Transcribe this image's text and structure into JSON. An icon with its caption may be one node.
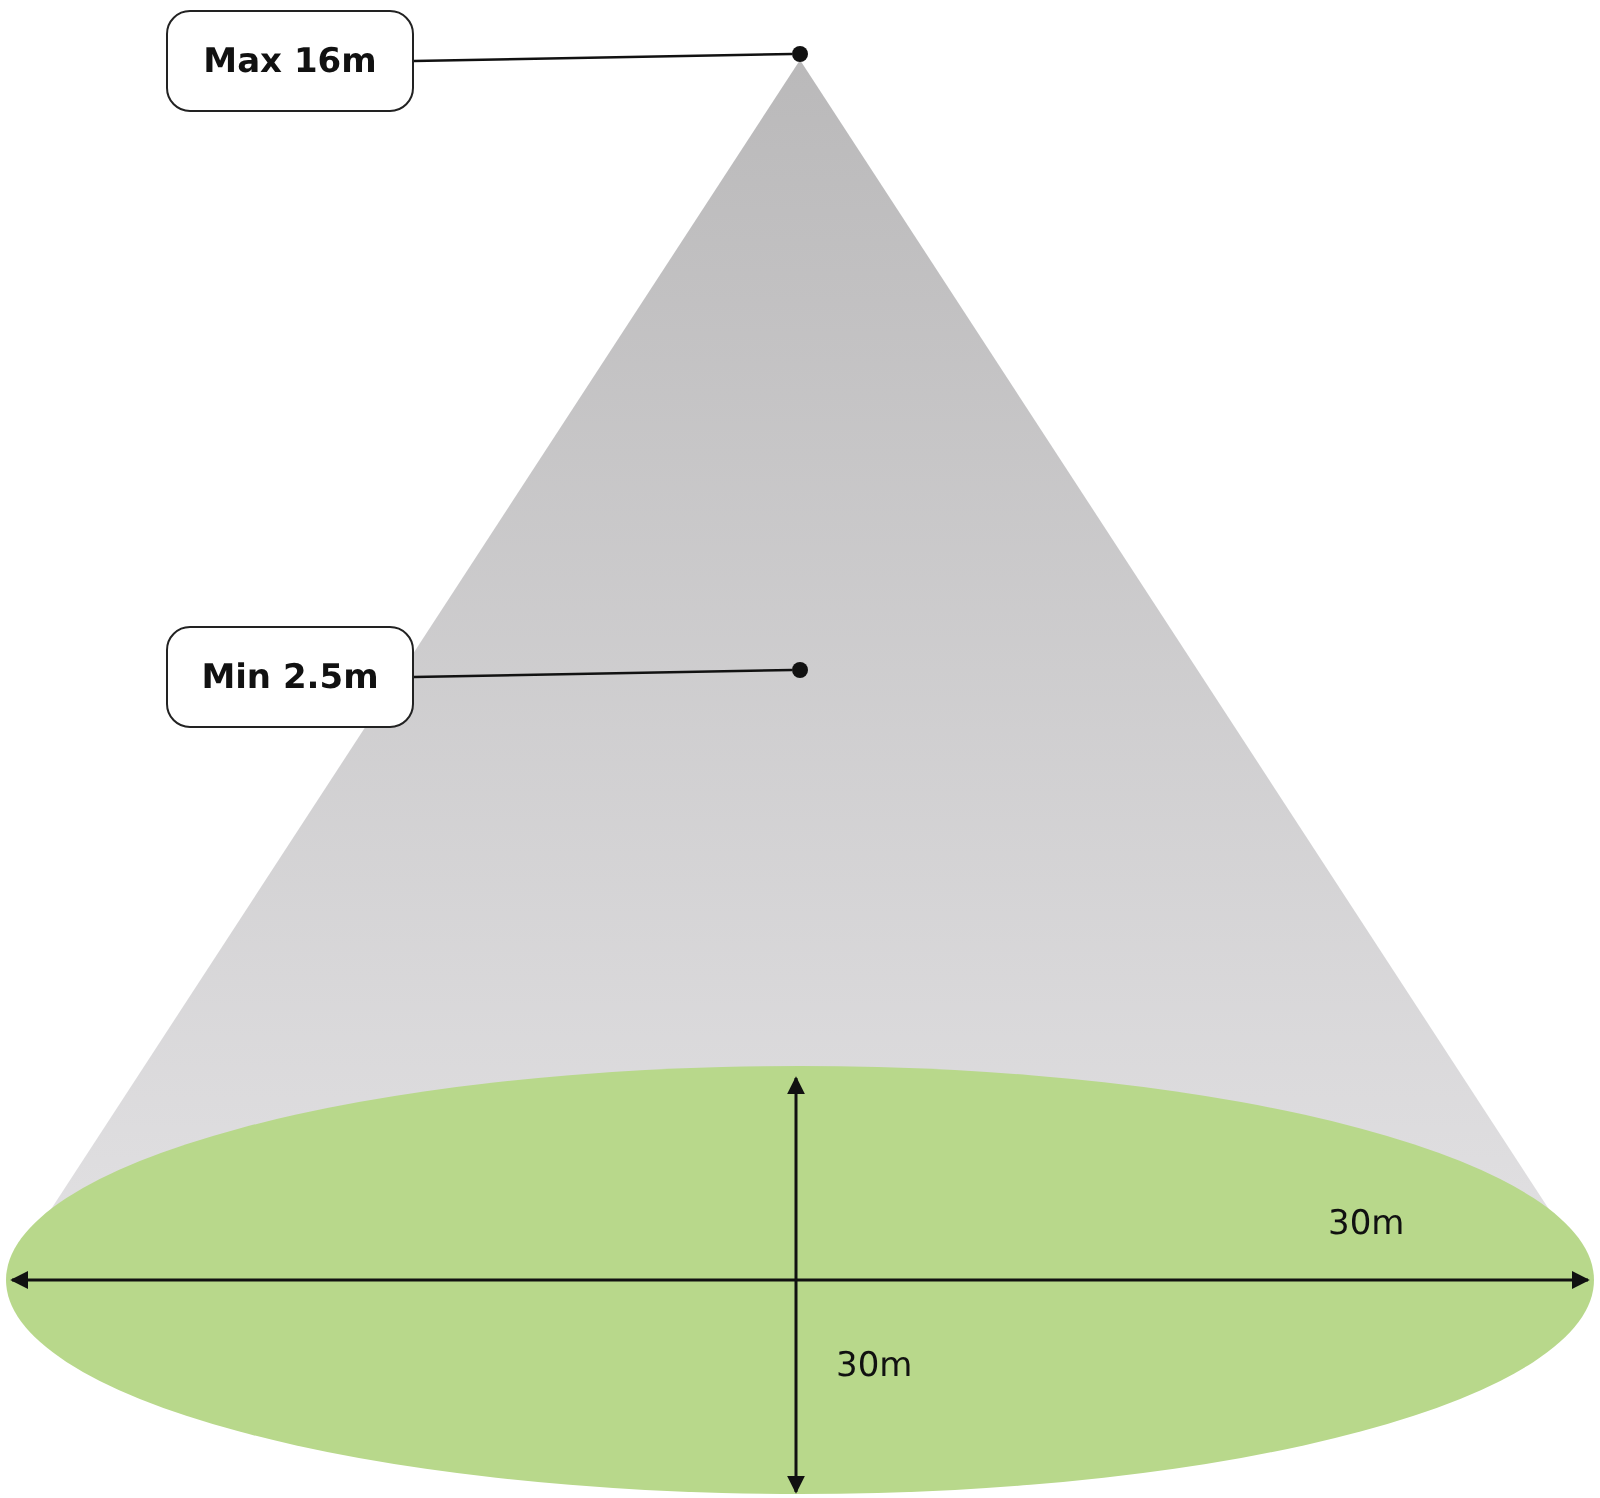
{
  "diagram": {
    "nodes": [
      {
        "text": [
          "Max 16m"
        ]
      },
      {
        "text": [],
        "shape": "circle"
      },
      {
        "text": [
          "Min 2.5m"
        ]
      },
      {
        "text": [],
        "shape": "circle"
      }
    ],
    "edges": [
      {
        "from": 0,
        "to": 1,
        "arrow": "none"
      },
      {
        "from": 2,
        "to": 3,
        "arrow": "none"
      }
    ],
    "labels": [
      "30m",
      "30m"
    ]
  }
}
